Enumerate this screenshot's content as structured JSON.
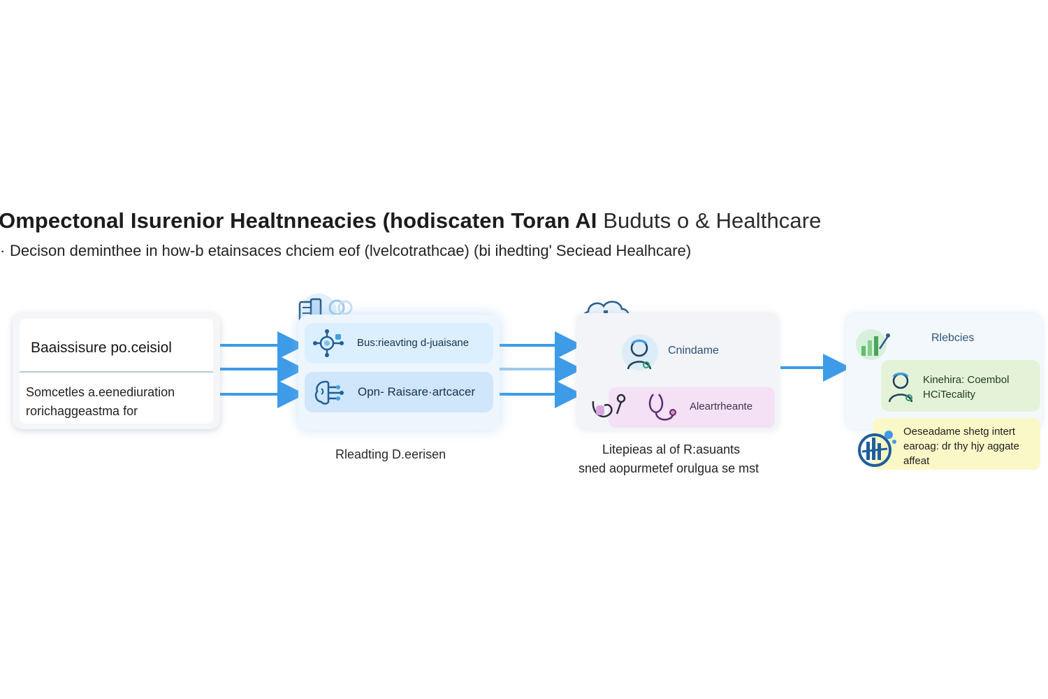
{
  "header": {
    "title_bold": "Ompectonal Isurenior Healtnneacies (hodiscaten Toran AI",
    "title_regular": "Buduts o & Healthcare",
    "subtitle": "Decison deminthee in how-b etainsaces chciem eof (lvelcotrathcae) (bi ihedting' Seciead Healhcare)"
  },
  "stage1": {
    "heading": "Baaissisure po.ceisiol",
    "body_line1": "Somcetles a.eenediuration",
    "body_line2": "rorichaggeastma for"
  },
  "stage2": {
    "item1": "Bus:rieavting d-juaisane",
    "item2": "Opn- Raisare·artcacer",
    "caption": "Rleadting D.eerisen"
  },
  "stage3": {
    "item1": "Cnindame",
    "item2": "Aleartrheante",
    "caption_line1": "Litepieas al of R:asuants",
    "caption_line2": "sned aopurmetef orulgua se mst"
  },
  "stage4": {
    "label": "Rlebcies",
    "green_line1": "Kinehira: Coembol",
    "green_line2": "HCiTecality",
    "yellow_line1": "Oeseadame shetg intert",
    "yellow_line2": "earoag: dr thy hjy aggate",
    "yellow_line3": "affeat"
  },
  "icons": {
    "stage2_top": "server-icon",
    "stage2_item1": "network-gear-icon",
    "stage2_item2": "brain-circuit-icon",
    "stage3_top": "cloud-data-icon",
    "stage3_item1": "doctor-icon",
    "stage3_item2a": "stethoscope-icon",
    "stage3_item2b": "stethoscope-icon",
    "stage4_top": "chart-icon",
    "stage4_green": "doctor-icon",
    "stage4_yellow": "analytics-icon"
  },
  "colors": {
    "arrow": "#3d9be8",
    "stage2_bg": "#eef6fd",
    "stage3_pink": "#f5e1f6",
    "stage4_green": "#e4f3d8",
    "stage4_yellow": "#fbf8c8"
  }
}
